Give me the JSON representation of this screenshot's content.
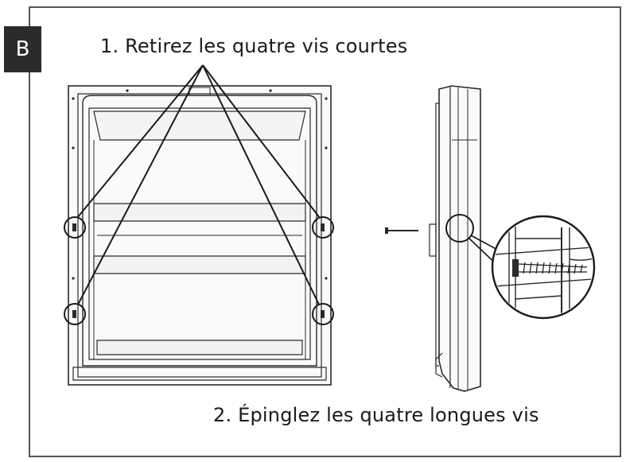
{
  "badge": {
    "letter": "B"
  },
  "steps": {
    "step1": "1. Retirez les quatre vis courtes",
    "step2": "2. Épinglez les quatre longues vis"
  },
  "colors": {
    "line": "#2a2a2a",
    "frame": "#555555",
    "badge_bg": "#2b2b2b",
    "fill_light": "#f2f2f2"
  }
}
